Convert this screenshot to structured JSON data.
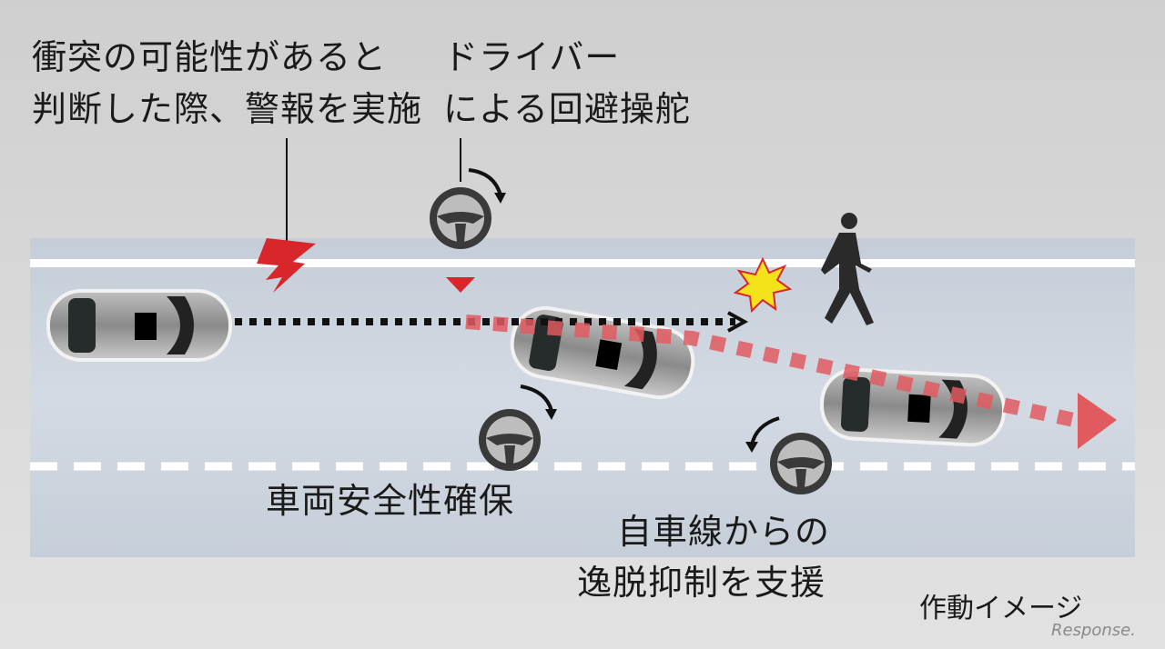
{
  "labels": {
    "warning": [
      "衝突の可能性があると",
      "判断した際、警報を実施"
    ],
    "driver_steer": [
      "ドライバー",
      "による回避操舵"
    ],
    "stability": "車両安全性確保",
    "lane_keep": [
      "自車線からの",
      "逸脱抑制を支援"
    ],
    "caption": "作動イメージ",
    "watermark": "Response."
  },
  "colors": {
    "road": "#c8d0db",
    "alert": "#d9262b",
    "path_red": "#e05a60",
    "lane": "#ffffff"
  }
}
